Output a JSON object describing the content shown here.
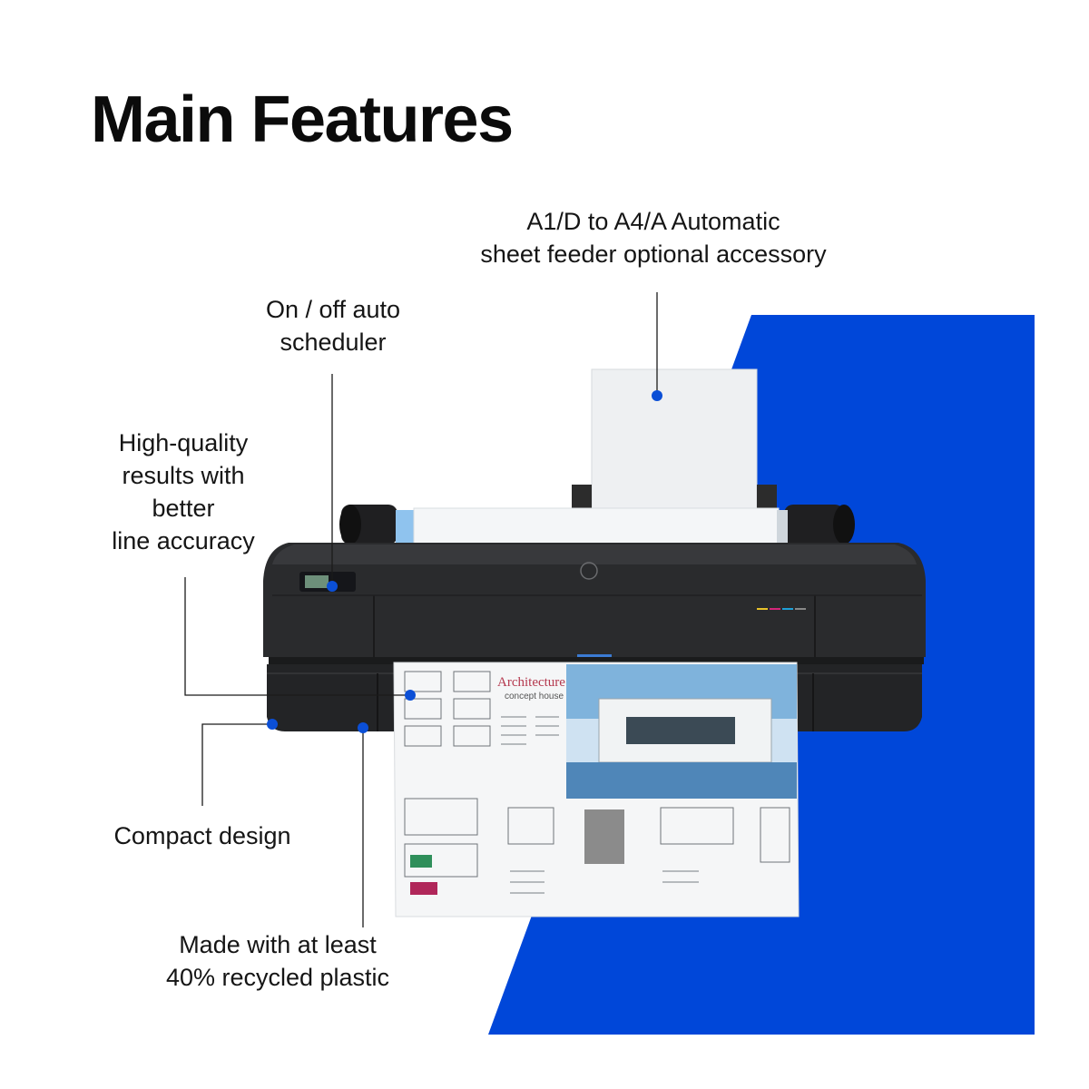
{
  "page": {
    "title": "Main Features"
  },
  "colors": {
    "accent_blue": "#0047D9",
    "callout_dot": "#0B4FD6",
    "printer_body": "#2a2b2d",
    "text": "#111111"
  },
  "callouts": {
    "feeder": {
      "lines": [
        "A1/D to A4/A Automatic",
        "sheet feeder optional accessory"
      ]
    },
    "scheduler": {
      "lines": [
        "On / off auto",
        "scheduler"
      ]
    },
    "quality": {
      "lines": [
        "High-quality",
        "results with",
        "better",
        "line accuracy"
      ]
    },
    "compact": {
      "lines": [
        "Compact design"
      ]
    },
    "recycled": {
      "lines": [
        "Made with at least",
        "40% recycled plastic"
      ]
    }
  },
  "printed_sheet": {
    "heading": "Architecture",
    "subheading": "concept house"
  }
}
